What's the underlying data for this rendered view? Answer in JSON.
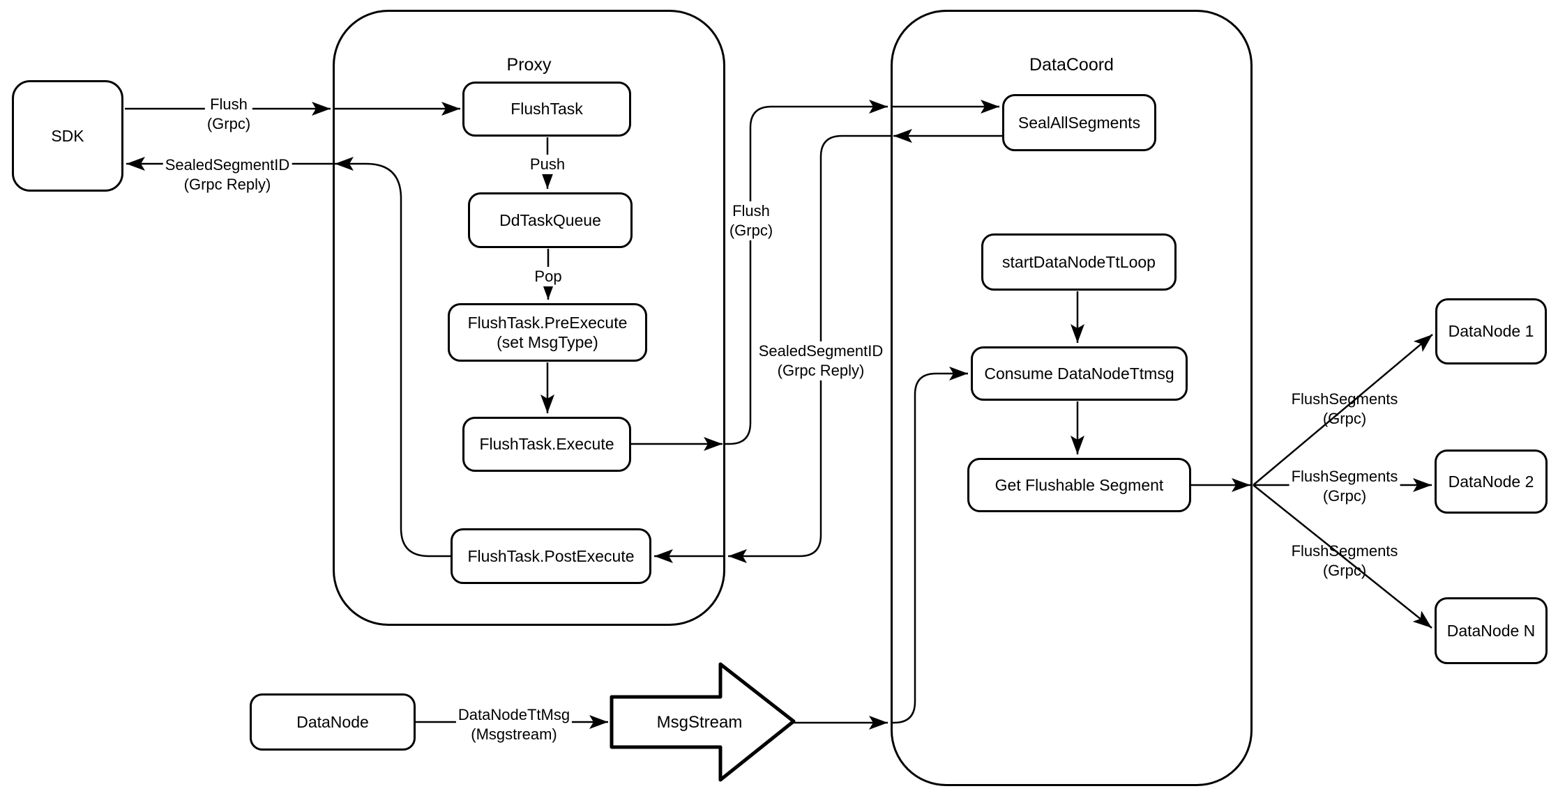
{
  "diagram": {
    "background_color": "#ffffff",
    "stroke_color": "#000000",
    "containers": [
      {
        "id": "proxy",
        "title": "Proxy"
      },
      {
        "id": "datacoord",
        "title": "DataCoord"
      }
    ],
    "nodes": [
      {
        "id": "sdk",
        "label": "SDK"
      },
      {
        "id": "flush-task",
        "label": "FlushTask"
      },
      {
        "id": "dd-task-queue",
        "label": "DdTaskQueue"
      },
      {
        "id": "flush-task-pre-execute",
        "label": "FlushTask.PreExecute",
        "label2": "(set MsgType)"
      },
      {
        "id": "flush-task-execute",
        "label": "FlushTask.Execute"
      },
      {
        "id": "flush-task-post-execute",
        "label": "FlushTask.PostExecute"
      },
      {
        "id": "seal-all-segments",
        "label": "SealAllSegments"
      },
      {
        "id": "start-datanode-tt-loop",
        "label": "startDataNodeTtLoop"
      },
      {
        "id": "consume-datanode-ttmsg",
        "label": "Consume DataNodeTtmsg"
      },
      {
        "id": "get-flushable-segment",
        "label": "Get Flushable Segment"
      },
      {
        "id": "datanode-1",
        "label": "DataNode 1"
      },
      {
        "id": "datanode-2",
        "label": "DataNode 2"
      },
      {
        "id": "datanode-n",
        "label": "DataNode N"
      },
      {
        "id": "datanode",
        "label": "DataNode"
      },
      {
        "id": "msgstream",
        "label": "MsgStream"
      }
    ],
    "edge_labels": [
      {
        "id": "flush-grpc-sdk",
        "line1": "Flush",
        "line2": "(Grpc)"
      },
      {
        "id": "sealed-segment-id-sdk",
        "line1": "SealedSegmentID",
        "line2": "(Grpc Reply)"
      },
      {
        "id": "push",
        "line1": "Push"
      },
      {
        "id": "pop",
        "line1": "Pop"
      },
      {
        "id": "flush-grpc-mid",
        "line1": "Flush",
        "line2": "(Grpc)"
      },
      {
        "id": "sealed-segment-id-mid",
        "line1": "SealedSegmentID",
        "line2": "(Grpc Reply)"
      },
      {
        "id": "flush-segments-1",
        "line1": "FlushSegments",
        "line2": "(Grpc)"
      },
      {
        "id": "flush-segments-2",
        "line1": "FlushSegments",
        "line2": "(Grpc)"
      },
      {
        "id": "flush-segments-3",
        "line1": "FlushSegments",
        "line2": "(Grpc)"
      },
      {
        "id": "datanode-tt-msg",
        "line1": "DataNodeTtMsg",
        "line2": "(Msgstream)"
      }
    ]
  }
}
